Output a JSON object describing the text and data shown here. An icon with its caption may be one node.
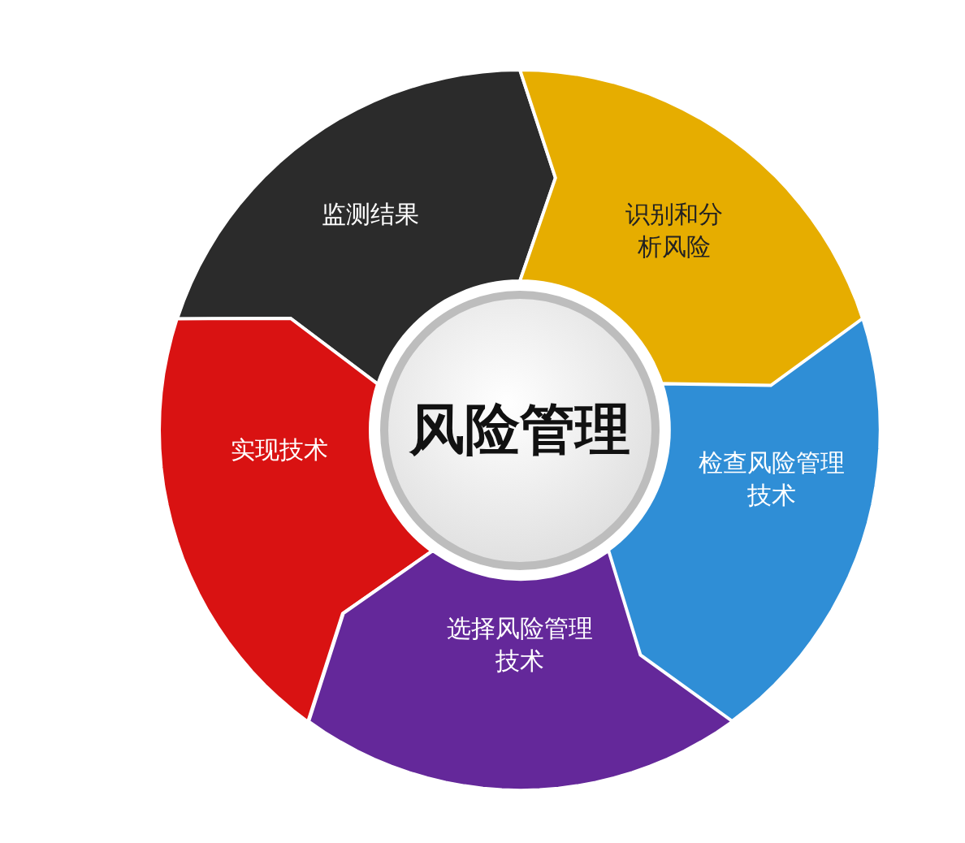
{
  "diagram": {
    "nodes": [
      {
        "text": [
          "监测结果"
        ]
      },
      {
        "text": [
          "识别和分析风险"
        ]
      },
      {
        "text": [
          "风险管理"
        ]
      },
      {
        "text": [
          "实现技术"
        ]
      },
      {
        "text": [
          "检查风险管理技术"
        ]
      },
      {
        "text": [
          "选择风险管理技术"
        ]
      }
    ]
  }
}
